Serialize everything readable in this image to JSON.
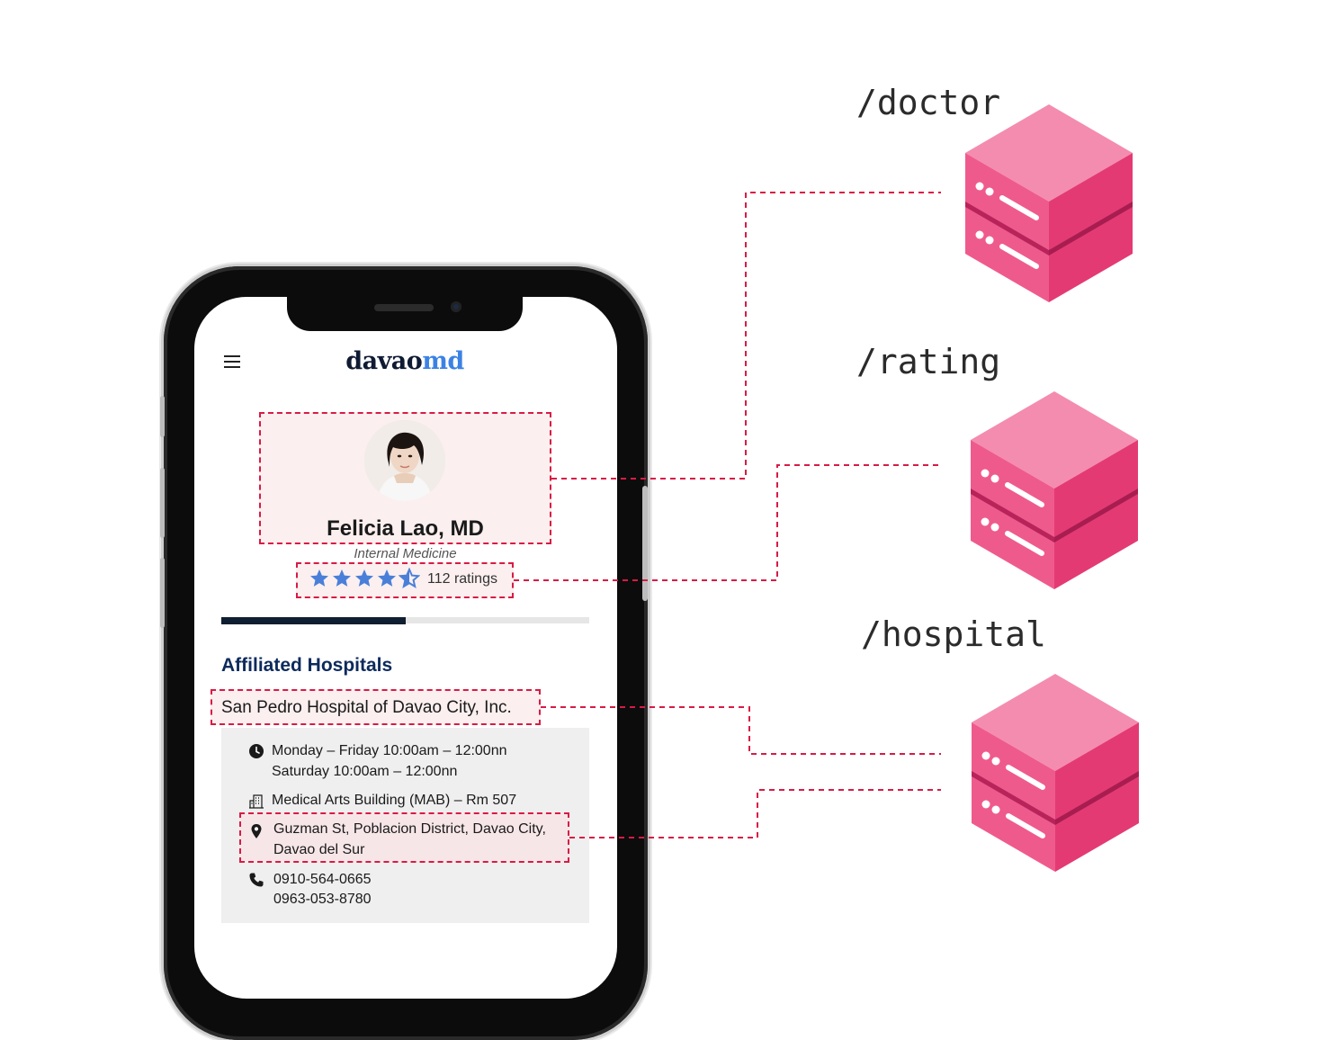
{
  "app": {
    "logo_part1": "davao",
    "logo_part2": "md"
  },
  "doctor": {
    "name": "Felicia Lao, MD",
    "specialty": "Internal Medicine",
    "rating_stars": 4.5,
    "rating_count_label": "112 ratings"
  },
  "progress": {
    "fraction": 0.5
  },
  "hospitals": {
    "section_title": "Affiliated Hospitals",
    "name": "San Pedro Hospital of Davao City, Inc.",
    "schedule_line1": "Monday – Friday 10:00am – 12:00nn",
    "schedule_line2": "Saturday 10:00am – 12:00nn",
    "building": "Medical Arts Building (MAB) – Rm 507",
    "address_line1": "Guzman St, Poblacion District, Davao City,",
    "address_line2": "Davao del Sur",
    "phone1": "0910-564-0665",
    "phone2": "0963-053-8780"
  },
  "endpoints": {
    "doctor": "/doctor",
    "rating": "/rating",
    "hospital": "/hospital"
  },
  "icons": {
    "menu": "hamburger-menu-icon",
    "star": "star-icon",
    "clock": "clock-icon",
    "building": "building-icon",
    "pin": "map-pin-icon",
    "phone": "phone-icon",
    "server": "server-cube-icon"
  },
  "colors": {
    "accent_pink": "#e83e78",
    "dash_red": "#d81b45",
    "brand_navy": "#0f1b33",
    "brand_blue": "#3b82e4",
    "star_blue": "#4a7fd9",
    "section_navy": "#0c2a5c"
  }
}
